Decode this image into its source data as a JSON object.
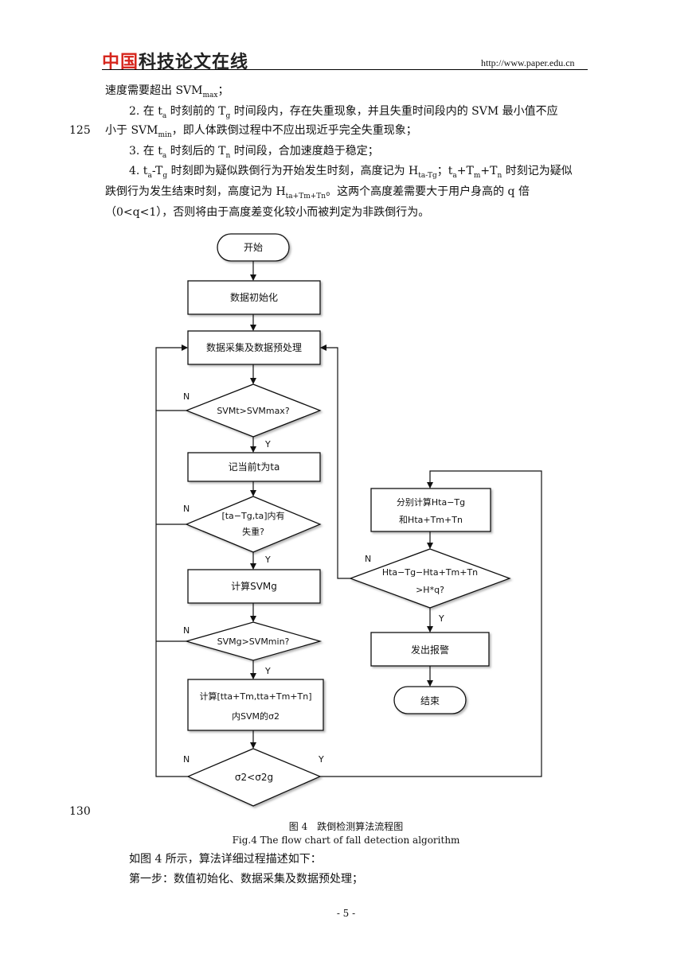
{
  "header": {
    "logo_red": "中国",
    "logo_black": "科技论文在线",
    "url": "http://www.paper.edu.cn"
  },
  "line_numbers": {
    "a": "125",
    "b": "130"
  },
  "body": {
    "l1_a": "速度需要超出 SVM",
    "l1_sub": "max",
    "l1_b": "；",
    "l2_a": "2. 在 t",
    "l2_s1": "a",
    "l2_b": " 时刻前的 T",
    "l2_s2": "g",
    "l2_c": " 时间段内，存在失重现象，并且失重时间段内的 SVM 最小值不应",
    "l3_a": "小于 SVM",
    "l3_sub": "min",
    "l3_b": "，即人体跌倒过程中不应出现近乎完全失重现象；",
    "l4_a": "3. 在 t",
    "l4_s1": "a",
    "l4_b": " 时刻后的 T",
    "l4_s2": "n",
    "l4_c": " 时间段，合加速度趋于稳定；",
    "l5_a": "4. t",
    "l5_s1": "a",
    "l5_b": "-T",
    "l5_s2": "g",
    "l5_c": " 时刻即为疑似跌倒行为开始发生时刻，高度记为 H",
    "l5_s3": "ta-Tg",
    "l5_d": "；t",
    "l5_s4": "a",
    "l5_e": "+T",
    "l5_s5": "m",
    "l5_f": "+T",
    "l5_s6": "n",
    "l5_g": " 时刻记为疑似",
    "l6_a": "跌倒行为发生结束时刻，高度记为 H",
    "l6_sub": "ta+Tm+Tn",
    "l6_b": "。这两个高度差需要大于用户身高的 q 倍",
    "l7": "（0<q<1），否则将由于高度差变化较小而被判定为非跌倒行为。",
    "after1": "如图 4 所示，算法详细过程描述如下：",
    "after2": "第一步：数值初始化、数据采集及数据预处理；"
  },
  "caption": {
    "cn": "图 4　跌倒检测算法流程图",
    "en": "Fig.4 The flow chart of fall detection algorithm"
  },
  "flowchart": {
    "start": "开始",
    "init": "数据初始化",
    "collect": "数据采集及数据预处理",
    "d1": "SVMt>SVMmax?",
    "rec": "记当前t为ta",
    "d2_l1": "[ta−Tg,ta]内有",
    "d2_l2": "失重?",
    "calc_svmg": "计算SVMg",
    "d3": "SVMg>SVMmin?",
    "calc_var_l1": "计算[tta+Tm,tta+Tm+Tn]",
    "calc_var_l2": "内SVM的σ2",
    "d4": "σ2<σ2g",
    "calc_h_l1": "分别计算Hta−Tg",
    "calc_h_l2": "和Hta+Tm+Tn",
    "d5_l1": "Hta−Tg−Hta+Tm+Tn",
    "d5_l2": ">H*q?",
    "alarm": "发出报警",
    "end": "结束",
    "yes": "Y",
    "no": "N"
  },
  "page_number": "- 5 -"
}
